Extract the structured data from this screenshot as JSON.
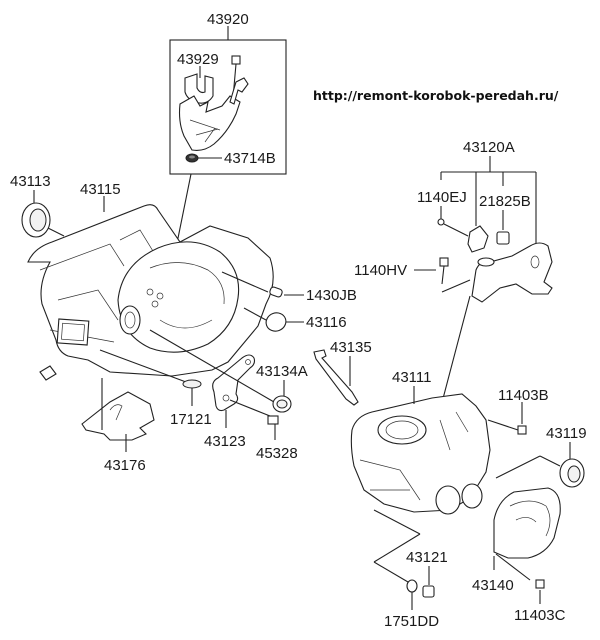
{
  "diagram": {
    "title_url": "http://remont-korobok-peredah.ru/",
    "parts": [
      {
        "id": "43920",
        "label": "43920"
      },
      {
        "id": "43929",
        "label": "43929"
      },
      {
        "id": "43714B",
        "label": "43714B"
      },
      {
        "id": "43113",
        "label": "43113"
      },
      {
        "id": "43115",
        "label": "43115"
      },
      {
        "id": "1430JB",
        "label": "1430JB"
      },
      {
        "id": "43116",
        "label": "43116"
      },
      {
        "id": "43135",
        "label": "43135"
      },
      {
        "id": "43134A",
        "label": "43134A"
      },
      {
        "id": "17121",
        "label": "17121"
      },
      {
        "id": "43123",
        "label": "43123"
      },
      {
        "id": "45328",
        "label": "45328"
      },
      {
        "id": "43176",
        "label": "43176"
      },
      {
        "id": "43120A",
        "label": "43120A"
      },
      {
        "id": "1140EJ",
        "label": "1140EJ"
      },
      {
        "id": "21825B",
        "label": "21825B"
      },
      {
        "id": "1140HV",
        "label": "1140HV"
      },
      {
        "id": "43111",
        "label": "43111"
      },
      {
        "id": "11403B",
        "label": "11403B"
      },
      {
        "id": "43119",
        "label": "43119"
      },
      {
        "id": "43121",
        "label": "43121"
      },
      {
        "id": "43140",
        "label": "43140"
      },
      {
        "id": "1751DD",
        "label": "1751DD"
      },
      {
        "id": "11403C",
        "label": "11403C"
      }
    ]
  }
}
